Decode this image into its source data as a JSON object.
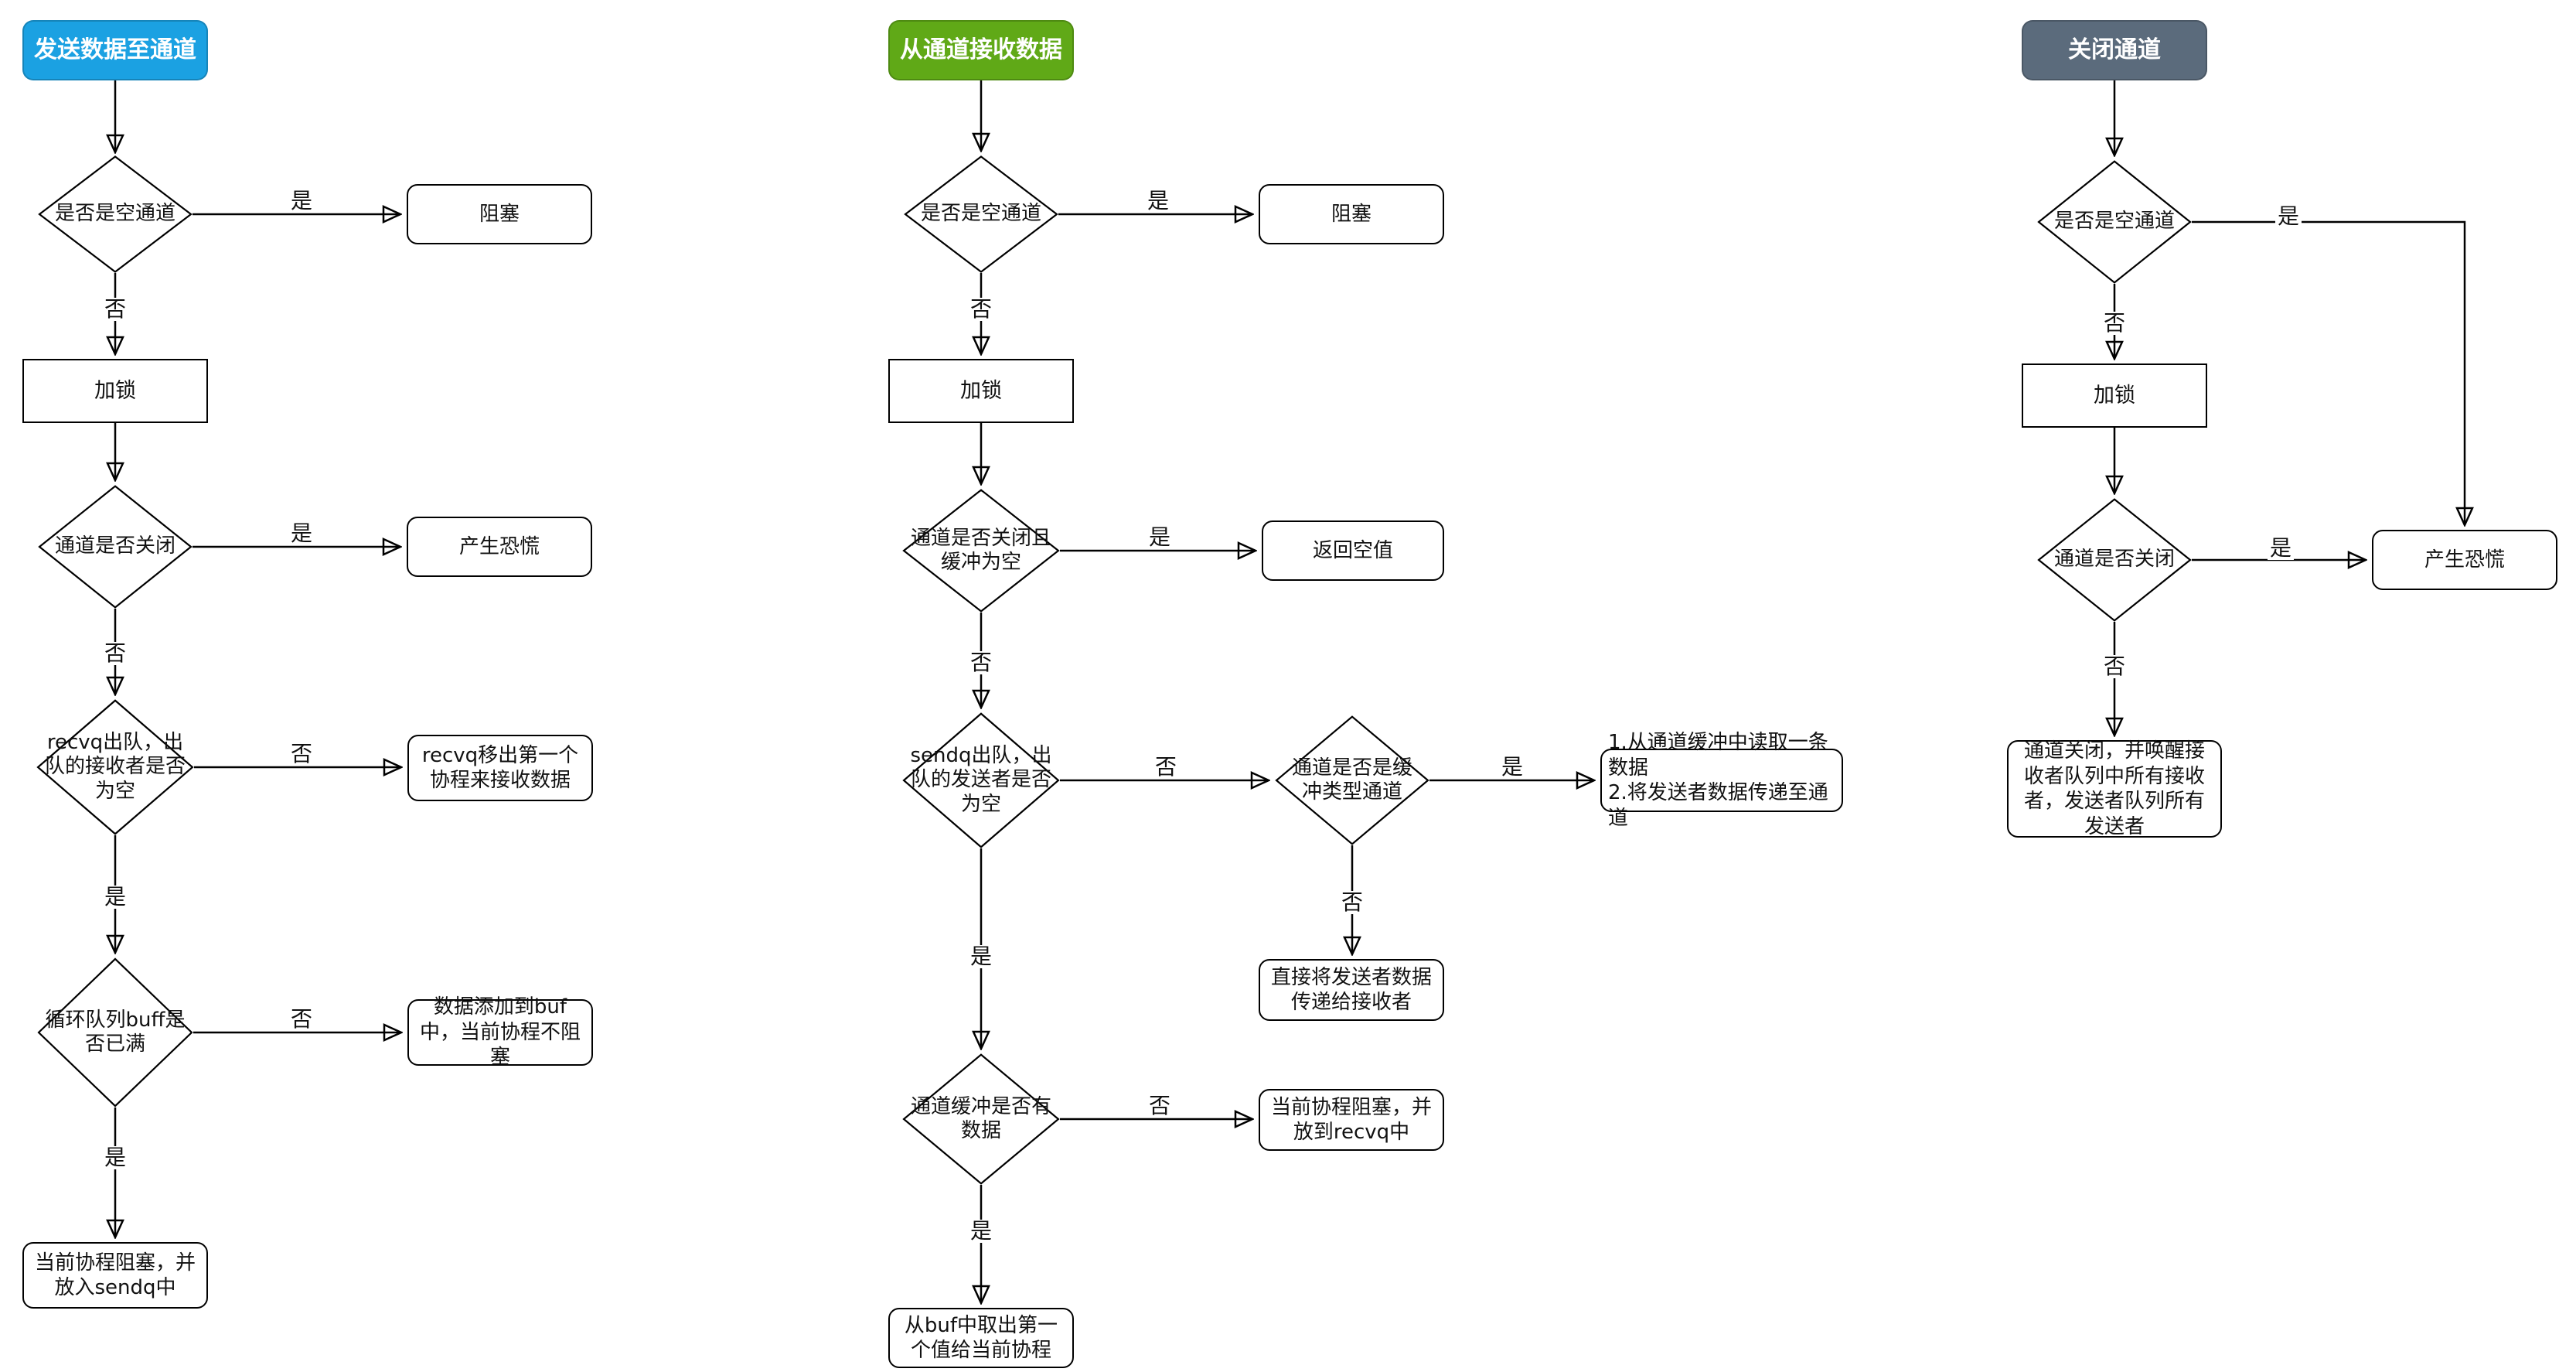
{
  "edge_labels": {
    "yes": "是",
    "no": "否"
  },
  "colors": {
    "send_header": "#1BA1E2",
    "receive_header": "#60A917",
    "close_header": "#5B6B7C"
  },
  "send": {
    "title": "发送数据至通道",
    "is_empty_channel": "是否是空通道",
    "block": "阻塞",
    "lock": "加锁",
    "is_closed": "通道是否关闭",
    "panic": "产生恐慌",
    "recvq_dequeue": "recvq出队，出队的接收者是否为空",
    "recvq_pop_receive": "recvq移出第一个协程来接收数据",
    "buff_full": "循环队列buff是否已满",
    "append_buf": "数据添加到buf中，当前协程不阻塞",
    "block_into_sendq": "当前协程阻塞，并放入sendq中"
  },
  "receive": {
    "title": "从通道接收数据",
    "is_empty_channel": "是否是空通道",
    "block": "阻塞",
    "lock": "加锁",
    "closed_and_empty": "通道是否关闭且缓冲为空",
    "return_nil": "返回空值",
    "sendq_dequeue": "sendq出队，出队的发送者是否为空",
    "is_buffered": "通道是否是缓冲类型通道",
    "buffered_step1": "1.从通道缓冲中读取一条数据",
    "buffered_step2": "2.将发送者数据传递至通道",
    "direct_pass": "直接将发送者数据传递给接收者",
    "buffer_has_data": "通道缓冲是否有数据",
    "block_into_recvq": "当前协程阻塞，并放到recvq中",
    "take_from_buf": "从buf中取出第一个值给当前协程"
  },
  "close": {
    "title": "关闭通道",
    "is_empty_channel": "是否是空通道",
    "lock": "加锁",
    "is_closed": "通道是否关闭",
    "panic": "产生恐慌",
    "close_and_wake": "通道关闭，并唤醒接收者队列中所有接收者，发送者队列所有发送者"
  }
}
